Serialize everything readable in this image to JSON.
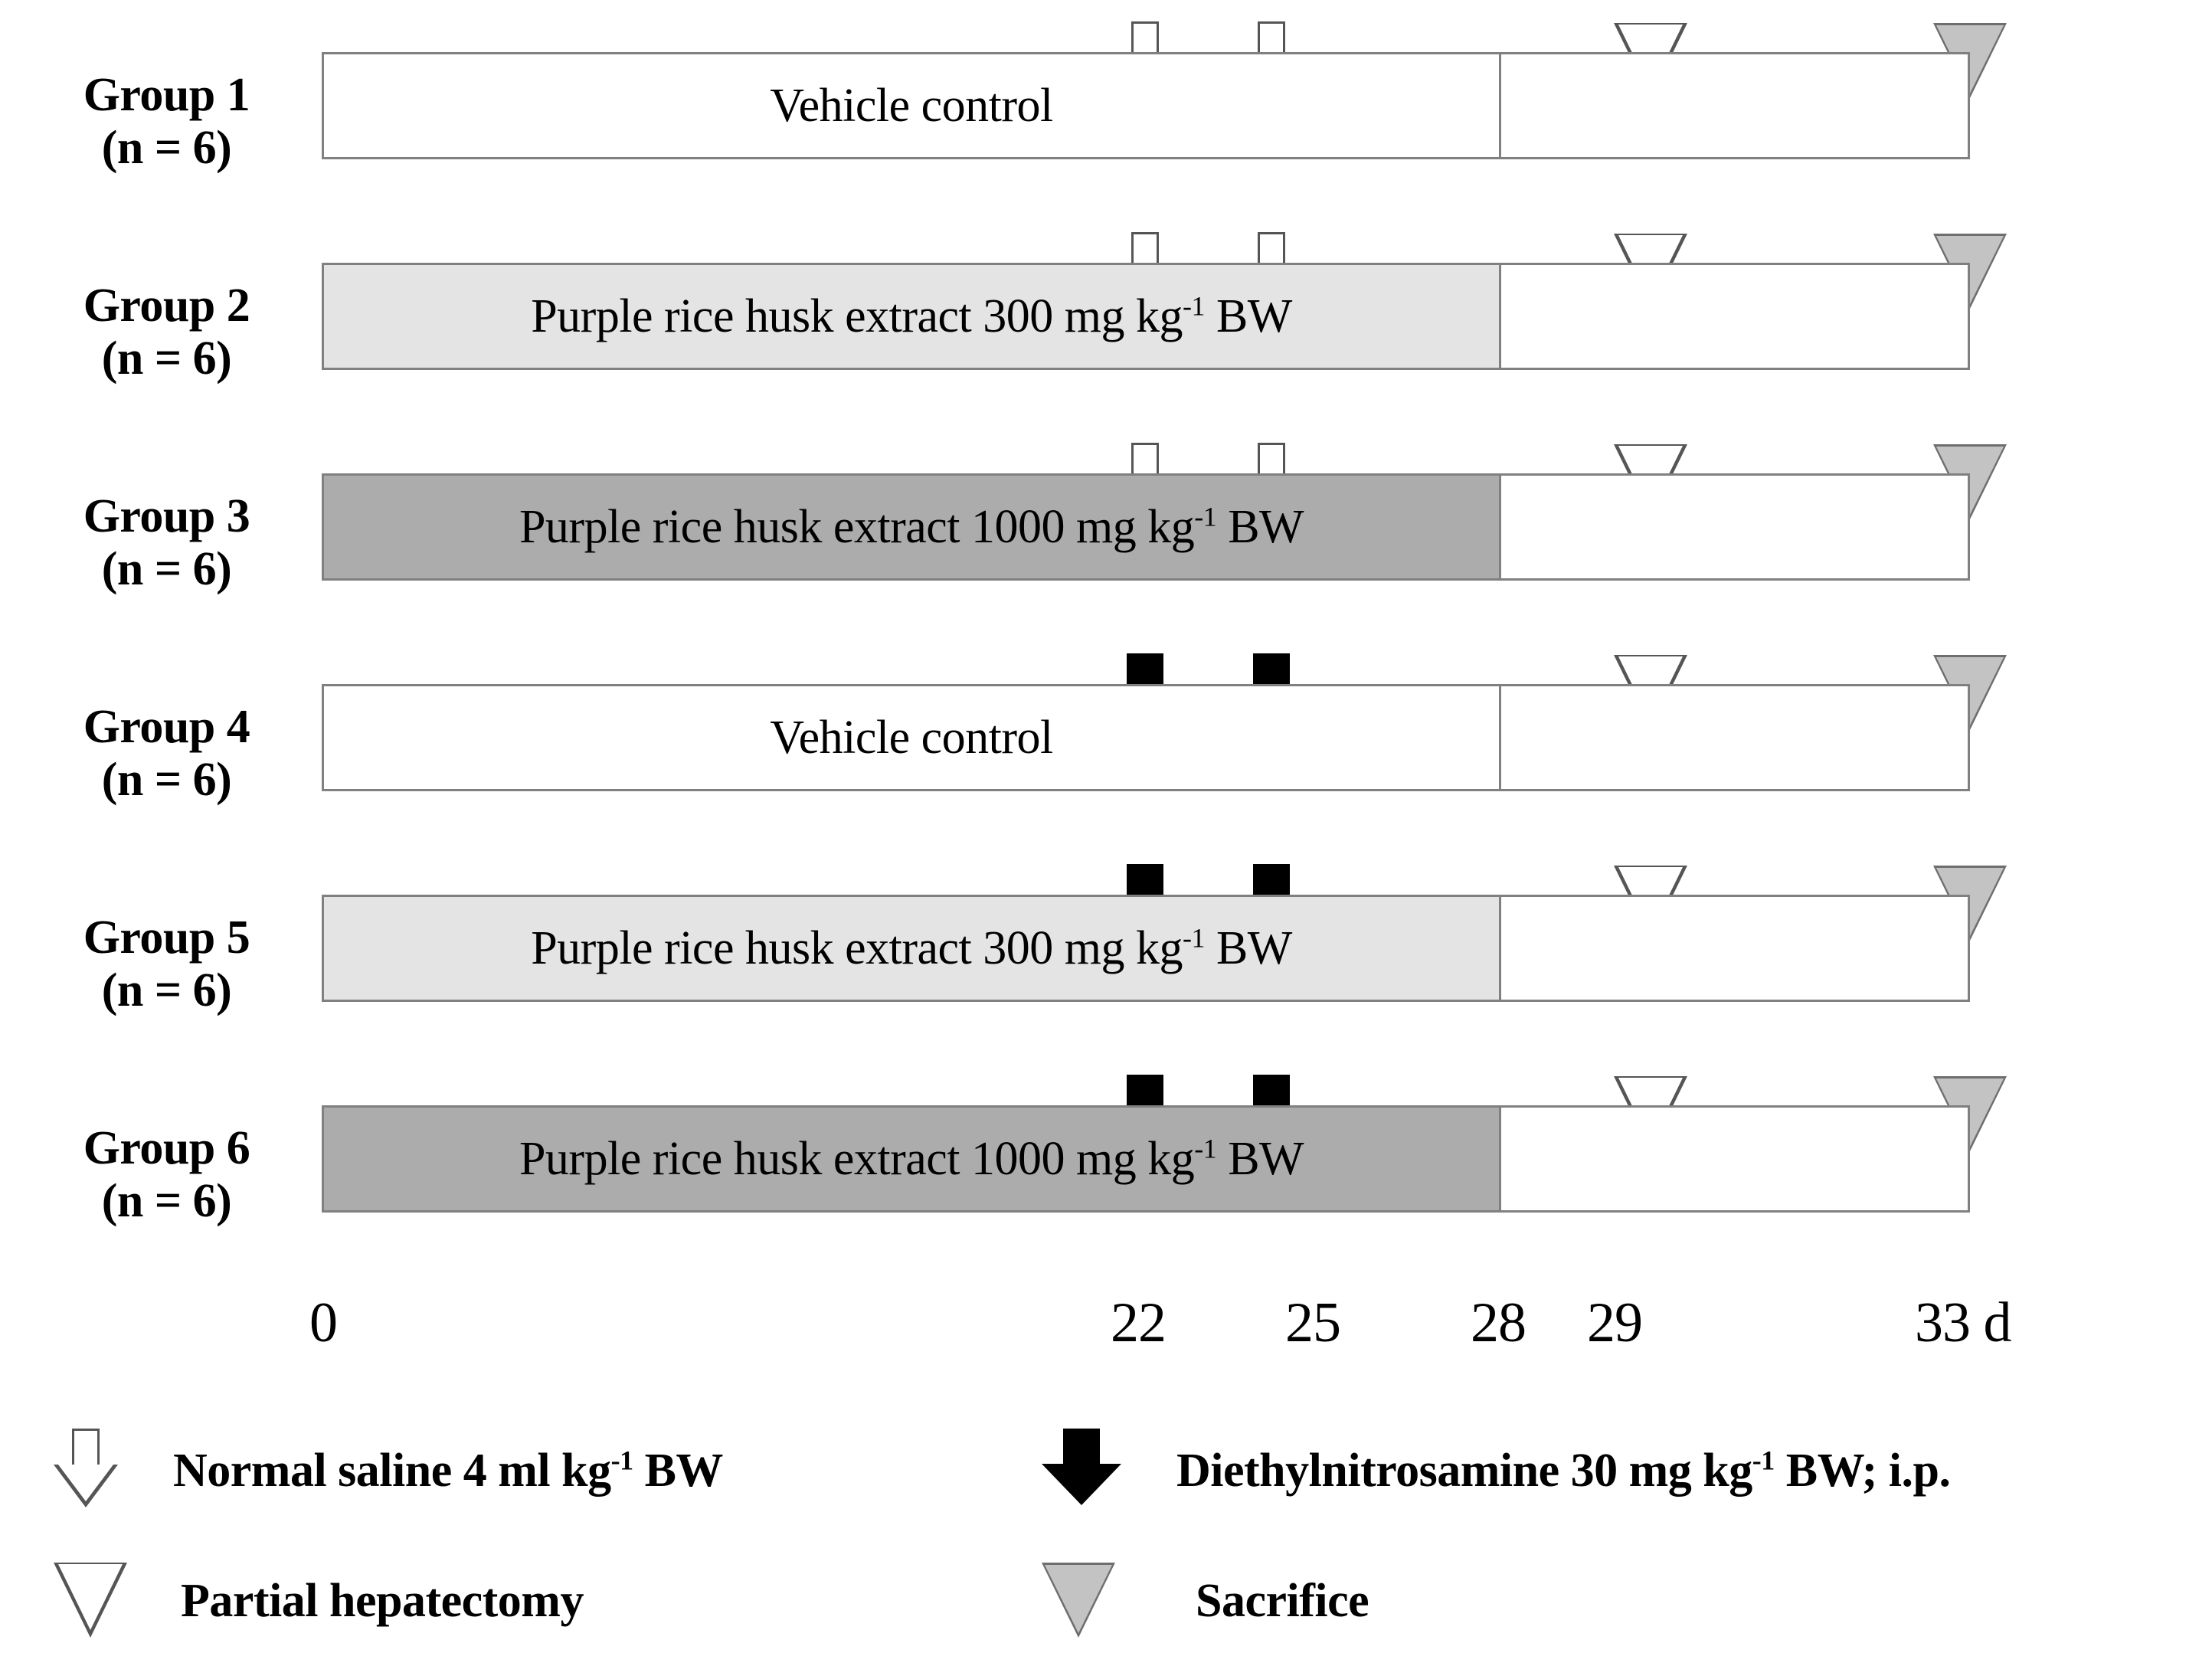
{
  "figure": {
    "type": "experimental-timeline-diagram",
    "colors": {
      "fill_white": "#ffffff",
      "fill_light_gray": "#e4e4e4",
      "fill_dark_gray": "#acacac",
      "border_gray": "#808080",
      "solid_arrow": "#000000",
      "sacrifice_fill": "#c3c3c3"
    }
  },
  "groups": [
    {
      "name": "Group 1",
      "n": "(n = 6)",
      "treatment": "Vehicle control",
      "treatment_sup": "",
      "treatment_tail": "",
      "fill": "fill-white",
      "injection": "normal-saline",
      "injection_icon": "open-down-arrow"
    },
    {
      "name": "Group 2",
      "n": "(n = 6)",
      "treatment": "Purple rice husk extract 300 mg kg",
      "treatment_sup": "-1",
      "treatment_tail": " BW",
      "fill": "fill-light",
      "injection": "normal-saline",
      "injection_icon": "open-down-arrow"
    },
    {
      "name": "Group 3",
      "n": "(n = 6)",
      "treatment": "Purple rice husk extract 1000 mg kg",
      "treatment_sup": "-1",
      "treatment_tail": " BW",
      "fill": "fill-dark",
      "injection": "normal-saline",
      "injection_icon": "open-down-arrow"
    },
    {
      "name": "Group 4",
      "n": "(n = 6)",
      "treatment": "Vehicle control",
      "treatment_sup": "",
      "treatment_tail": "",
      "fill": "fill-white",
      "injection": "diethylnitrosamine",
      "injection_icon": "solid-down-arrow"
    },
    {
      "name": "Group 5",
      "n": "(n = 6)",
      "treatment": "Purple rice husk extract 300 mg kg",
      "treatment_sup": "-1",
      "treatment_tail": " BW",
      "fill": "fill-light",
      "injection": "diethylnitrosamine",
      "injection_icon": "solid-down-arrow"
    },
    {
      "name": "Group 6",
      "n": "(n = 6)",
      "treatment": "Purple rice husk extract 1000 mg kg",
      "treatment_sup": "-1",
      "treatment_tail": " BW",
      "fill": "fill-dark",
      "injection": "diethylnitrosamine",
      "injection_icon": "solid-down-arrow"
    }
  ],
  "axis": {
    "ticks": [
      "0",
      "22",
      "25",
      "28",
      "29",
      "33 d"
    ],
    "unit": "d"
  },
  "legend": [
    {
      "icon": "open-down-arrow",
      "label": "Normal saline 4 ml kg",
      "sup": "-1",
      "tail": " BW"
    },
    {
      "icon": "solid-down-arrow",
      "label": "Diethylnitrosamine 30 mg kg",
      "sup": "-1",
      "tail": " BW; i.p."
    },
    {
      "icon": "open-down-triangle",
      "label": "Partial hepatectomy",
      "sup": "",
      "tail": ""
    },
    {
      "icon": "gray-down-triangle",
      "label": "Sacrifice",
      "sup": "",
      "tail": ""
    }
  ]
}
